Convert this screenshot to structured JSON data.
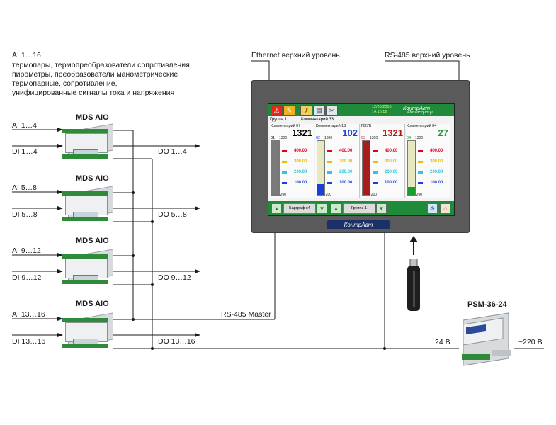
{
  "description": {
    "title": "AI 1…16",
    "lines": [
      "термопары, термопреобразователи сопротивления,",
      "пирометры, преобразователи манометрические",
      "термопарные, сопротивление,",
      "унифицированные сигналы тока и напряжения"
    ]
  },
  "modules": [
    {
      "title": "MDS AIO",
      "ai": "AI 1…4",
      "di": "DI 1…4",
      "do": "DO 1…4"
    },
    {
      "title": "MDS AIO",
      "ai": "AI 5…8",
      "di": "DI 5…8",
      "do": "DO 5…8"
    },
    {
      "title": "MDS AIO",
      "ai": "AI 9…12",
      "di": "DI 9…12",
      "do": "DO 9…12"
    },
    {
      "title": "MDS AIO",
      "ai": "AI 13…16",
      "di": "DI 13…16",
      "do": "DO 13…16"
    }
  ],
  "labels": {
    "ethernet": "Ethernet верхний уровень",
    "rs485_top": "RS-485 верхний уровень",
    "rs485_master": "RS-485 Master",
    "v24": "24 В",
    "v220": "~220 В",
    "psm": "PSM-36-24"
  },
  "panel": {
    "brand": "КонтрАвт",
    "screen": {
      "date": "12/05/2016",
      "time": "14:15:12",
      "logo": "КонтрАвт",
      "logo2": "Интеграф",
      "group": "Группа 1",
      "group_comment": "Комментарий 33",
      "channels": [
        {
          "comment": "Комментарий 07",
          "value": "1321",
          "num": "01",
          "max": "1300",
          "min": "-200",
          "color": "#000000",
          "fill_color": "#7a7a7a",
          "fill": 1.0
        },
        {
          "comment": "Комментарий 18",
          "value": "102",
          "num": "02",
          "max": "1300",
          "min": "-200",
          "color": "#1a3fd6",
          "fill_color": "#1a3fd6",
          "fill": 0.2
        },
        {
          "comment": "ПЗУБ",
          "value": "1321",
          "num": "03",
          "max": "1300",
          "min": "-200",
          "color": "#b01818",
          "fill_color": "#a81c1c",
          "fill": 1.0
        },
        {
          "comment": "Комментарий 04",
          "value": "27",
          "num": "04",
          "max": "1300",
          "min": "-200",
          "color": "#1d9a2e",
          "fill_color": "#1d9a2e",
          "fill": 0.15
        }
      ],
      "levels": [
        {
          "value": "400.00",
          "color": "#e0001b"
        },
        {
          "value": "300.00",
          "color": "#e8c000"
        },
        {
          "value": "200.00",
          "color": "#2ac8d8"
        },
        {
          "value": "100.00",
          "color": "#1a3fd6"
        }
      ],
      "btn_bargraph": "Барграф х4",
      "btn_group": "Группа 1"
    }
  }
}
